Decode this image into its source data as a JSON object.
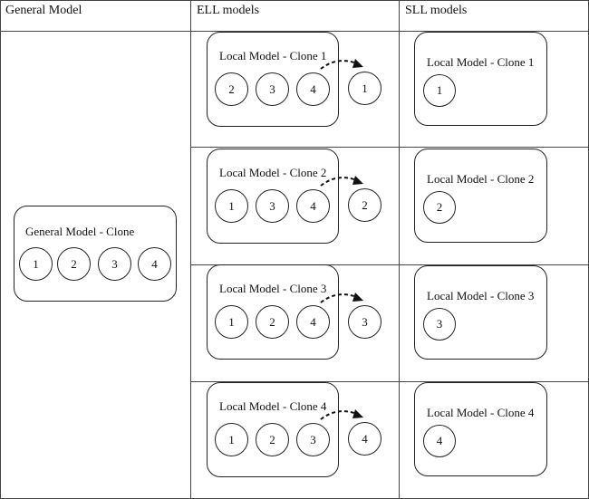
{
  "headers": {
    "general": "General Model",
    "ell": "ELL models",
    "sll": "SLL models"
  },
  "general_box": {
    "title": "General Model - Clone",
    "nodes": [
      "1",
      "2",
      "3",
      "4"
    ]
  },
  "ell_rows": [
    {
      "title": "Local Model - Clone 1",
      "nodes": [
        "2",
        "3",
        "4"
      ],
      "outside": "1"
    },
    {
      "title": "Local Model - Clone 2",
      "nodes": [
        "1",
        "3",
        "4"
      ],
      "outside": "2"
    },
    {
      "title": "Local Model - Clone 3",
      "nodes": [
        "1",
        "2",
        "4"
      ],
      "outside": "3"
    },
    {
      "title": "Local Model - Clone 4",
      "nodes": [
        "1",
        "2",
        "3"
      ],
      "outside": "4"
    }
  ],
  "sll_rows": [
    {
      "title": "Local Model - Clone 1",
      "node": "1"
    },
    {
      "title": "Local Model - Clone 2",
      "node": "2"
    },
    {
      "title": "Local Model - Clone 3",
      "node": "3"
    },
    {
      "title": "Local Model - Clone 4",
      "node": "4"
    }
  ],
  "colors": {
    "line": "#222222",
    "background": "#ffffff"
  },
  "icons": {
    "transfer_arrow": "dashed-curved-arrow-icon"
  }
}
